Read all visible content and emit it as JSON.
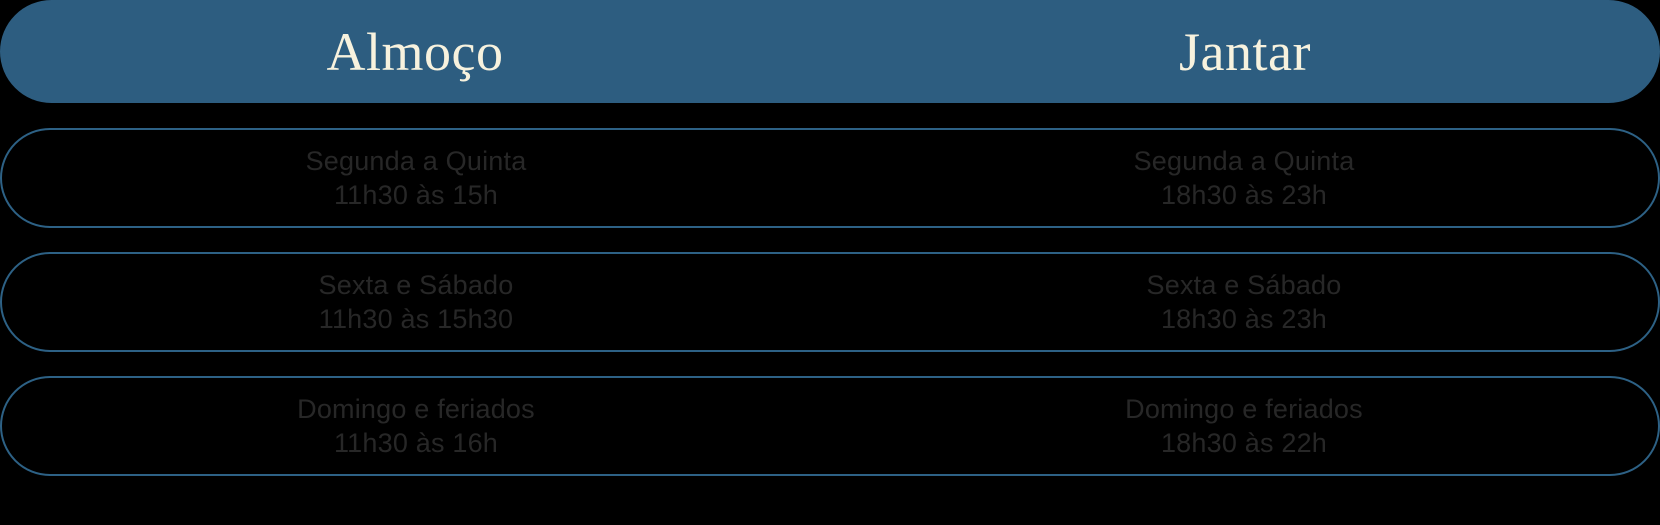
{
  "colors": {
    "header_background": "#2d5d80",
    "header_text": "#f7f2de",
    "row_border": "#2d6185",
    "row_text": "#272727",
    "page_background": "#000000"
  },
  "header": {
    "lunch_label": "Almoço",
    "dinner_label": "Jantar"
  },
  "rows": [
    {
      "lunch": {
        "days": "Segunda a Quinta",
        "hours": "11h30 às 15h"
      },
      "dinner": {
        "days": "Segunda a Quinta",
        "hours": "18h30 às 23h"
      }
    },
    {
      "lunch": {
        "days": "Sexta e Sábado",
        "hours": "11h30 às 15h30"
      },
      "dinner": {
        "days": "Sexta e Sábado",
        "hours": "18h30 às 23h"
      }
    },
    {
      "lunch": {
        "days": "Domingo e feriados",
        "hours": "11h30 às 16h"
      },
      "dinner": {
        "days": "Domingo e feriados",
        "hours": "18h30 às 22h"
      }
    }
  ]
}
